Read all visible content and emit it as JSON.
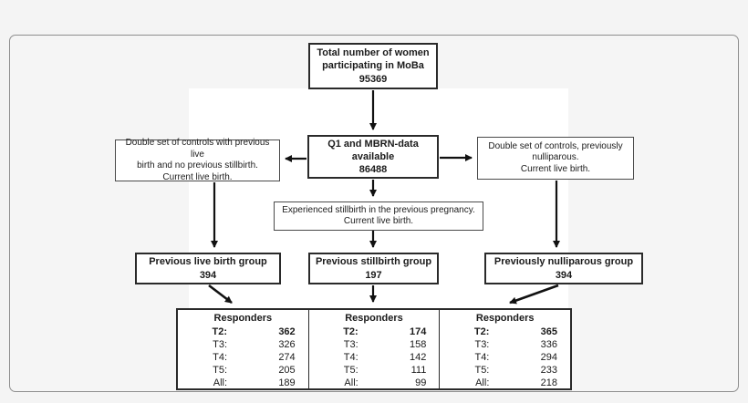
{
  "colors": {
    "page_bg": "#f4f4f4",
    "frame_border": "#8e8e8e",
    "panel_bg": "#ffffff",
    "box_border_dark": "#2a2a2a",
    "box_border_light": "#4a4a4a",
    "arrow": "#111111",
    "text": "#1b1b1b"
  },
  "flowchart": {
    "total_box": {
      "line1": "Total number of women",
      "line2": "participating in MoBa",
      "value": "95369"
    },
    "q1_box": {
      "line1": "Q1 and MBRN-data",
      "line2": "available",
      "value": "86488"
    },
    "left_controls_box": {
      "line1": "Double set of controls with previous live",
      "line2": "birth and no previous stillbirth.",
      "line3": "Current live birth."
    },
    "right_controls_box": {
      "line1": "Double set of controls, previously",
      "line2": "nulliparous.",
      "line3": "Current live birth."
    },
    "stillbirth_box": {
      "line1": "Experienced stillbirth in the previous pregnancy.",
      "line2": "Current live birth."
    },
    "groups": [
      {
        "label": "Previous live birth group",
        "value": "394"
      },
      {
        "label": "Previous stillbirth group",
        "value": "197"
      },
      {
        "label": "Previously nulliparous group",
        "value": "394"
      }
    ],
    "responders": {
      "header": "Responders",
      "tables": [
        {
          "rows": [
            [
              "T2:",
              "362"
            ],
            [
              "T3:",
              "326"
            ],
            [
              "T4:",
              "274"
            ],
            [
              "T5:",
              "205"
            ],
            [
              "All:",
              "189"
            ]
          ]
        },
        {
          "rows": [
            [
              "T2:",
              "174"
            ],
            [
              "T3:",
              "158"
            ],
            [
              "T4:",
              "142"
            ],
            [
              "T5:",
              "111"
            ],
            [
              "All:",
              "99"
            ]
          ]
        },
        {
          "rows": [
            [
              "T2:",
              "365"
            ],
            [
              "T3:",
              "336"
            ],
            [
              "T4:",
              "294"
            ],
            [
              "T5:",
              "233"
            ],
            [
              "All:",
              "218"
            ]
          ]
        }
      ]
    }
  }
}
